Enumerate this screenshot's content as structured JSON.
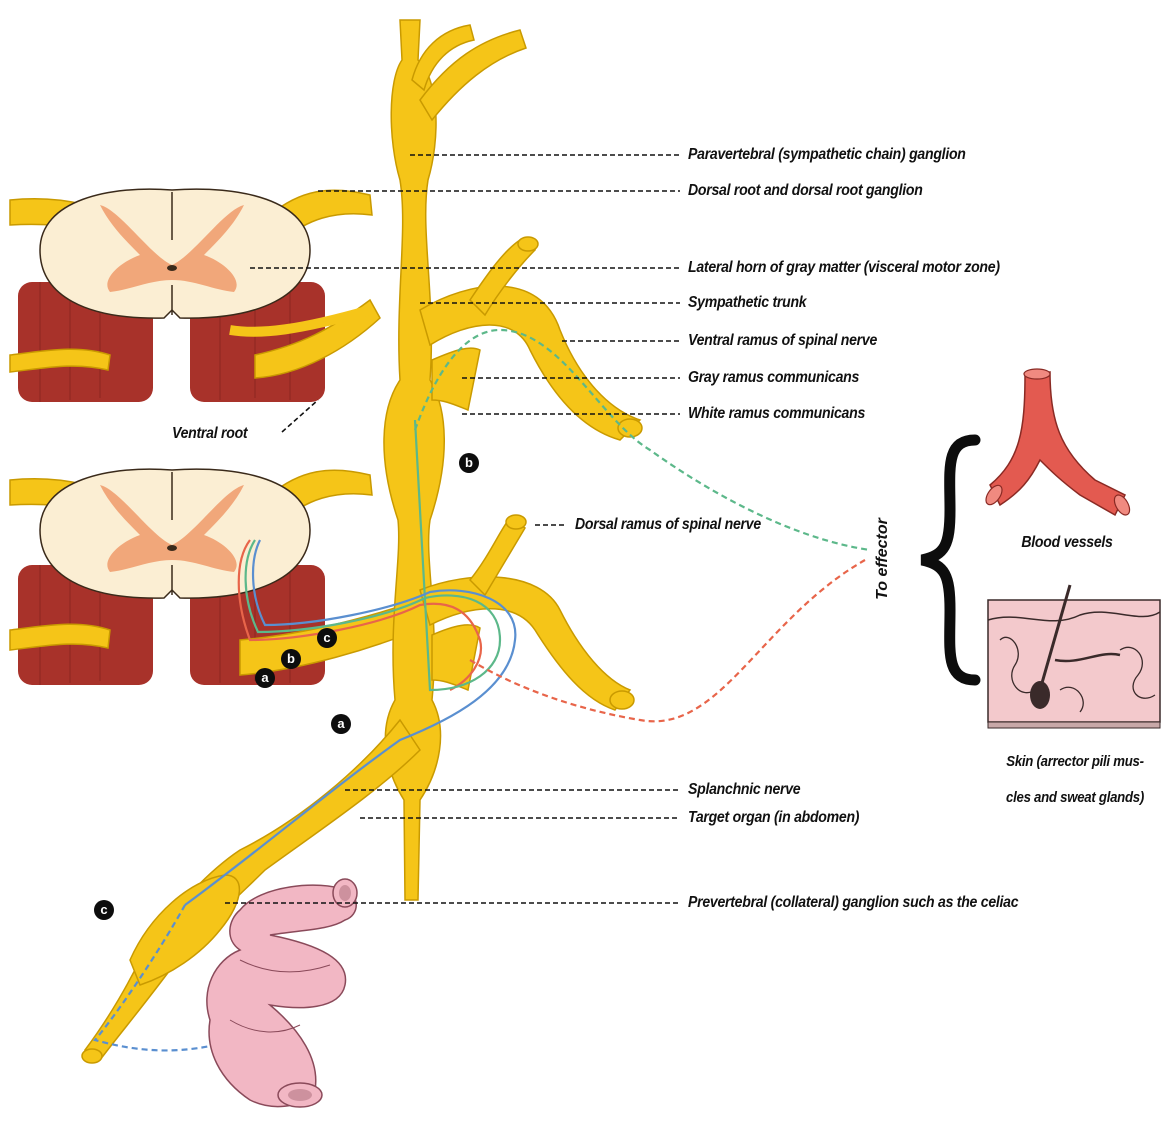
{
  "labels": {
    "paravertebral_ganglion": "Paravertebral (sympathetic chain) ganglion",
    "dorsal_root": "Dorsal root and dorsal root ganglion",
    "lateral_horn": "Lateral horn of gray matter (visceral motor zone)",
    "sympathetic_trunk": "Sympathetic trunk",
    "ventral_ramus": "Ventral ramus of spinal nerve",
    "gray_ramus": "Gray ramus communicans",
    "white_ramus": "White ramus communicans",
    "ventral_root": "Ventral root",
    "dorsal_ramus": "Dorsal ramus of spinal nerve",
    "to_effector": "To effector",
    "blood_vessels": "Blood vessels",
    "skin_line1": "Skin (arrector pili mus-",
    "skin_line2": "cles and sweat glands)",
    "splanchnic_nerve": "Splanchnic nerve",
    "prevertebral_ganglion": "Prevertebral (collateral) ganglion such as the celiac",
    "target_organ": "Target organ (in abdomen)"
  },
  "pathway_markers": {
    "a_root": "a",
    "b_root": "b",
    "c_root": "c",
    "a_trunk": "a",
    "b_trunk": "b",
    "c_gang": "c"
  },
  "colors": {
    "nerve_yellow": "#f5c518",
    "nerve_outline": "#c99a00",
    "white_matter": "#fbeed3",
    "gray_matter": "#f1a77a",
    "muscle_red": "#a8322a",
    "pathway_a": "#e8654a",
    "pathway_b": "#5cb88a",
    "pathway_c": "#5a8fd0",
    "vessel_red": "#e35a50",
    "skin_pink": "#f3c9cc",
    "organ_pink": "#f2b7c4"
  }
}
